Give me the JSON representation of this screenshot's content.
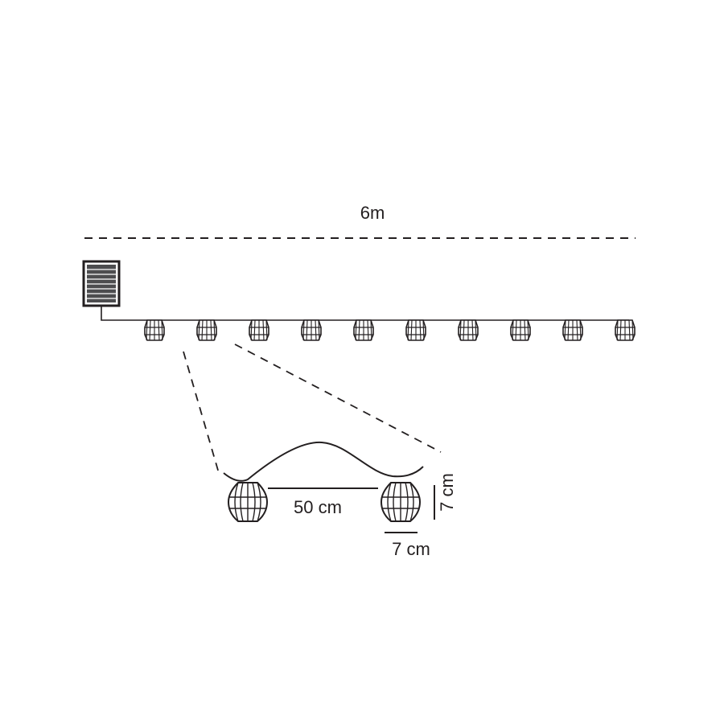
{
  "diagram": {
    "total_length_label": "6m",
    "spacing_label": "50 cm",
    "lantern_height_label": "7 cm",
    "lantern_width_label": "7 cm",
    "lantern_count": 10,
    "line_color": "#231f20",
    "panel_fill": "#4d4d4f"
  }
}
